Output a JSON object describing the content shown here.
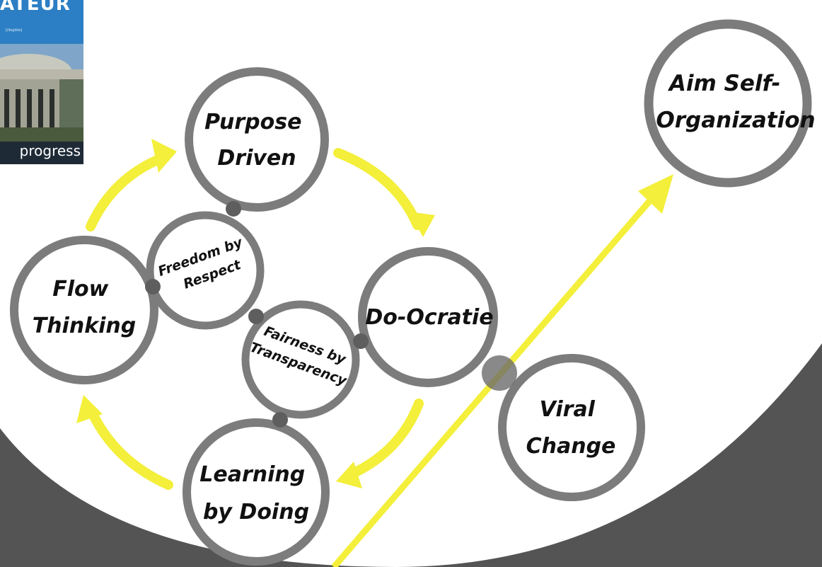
{
  "nodes": {
    "purpose": [
      "Purpose",
      "Driven"
    ],
    "aim": [
      "Aim Self-",
      "Organization"
    ],
    "freedom": [
      "Freedom by",
      "Respect"
    ],
    "flow": [
      "Flow",
      "Thinking"
    ],
    "doocratie": [
      "Do-Ocratie"
    ],
    "fairness": [
      "Fairness by",
      "Transparency"
    ],
    "viral": [
      "Viral",
      "Change"
    ],
    "learning": [
      "Learning",
      "by Doing"
    ]
  },
  "book": {
    "title": "ATEUR",
    "subtitle": "[illegible]",
    "progress": "progress"
  },
  "colors": {
    "arrow": "#f3ef3a",
    "ring": "#7c7c7c",
    "band": "#545454",
    "cover": "#2c7fc4"
  }
}
